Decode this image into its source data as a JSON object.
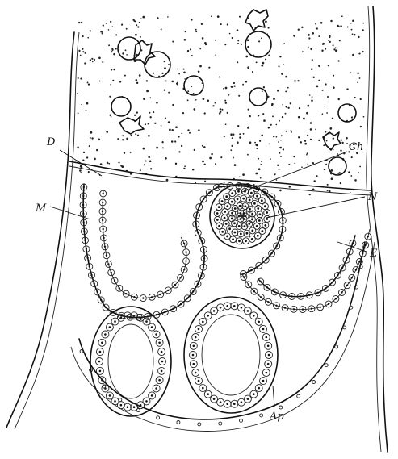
{
  "figure": {
    "labels": {
      "D": "D",
      "Ch": "Ch",
      "M": "M",
      "N": "N",
      "E": "E",
      "Ap": "Ap"
    },
    "colors": {
      "ink": "#111111",
      "background": "#ffffff"
    }
  }
}
